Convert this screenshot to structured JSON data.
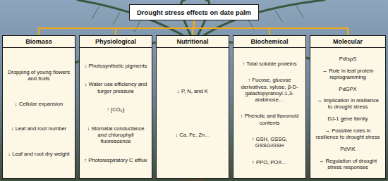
{
  "diagram": {
    "title": "Drought stress effects on date palm",
    "nodes": [
      {
        "text": [
          "Drought stress effects on date palm"
        ]
      },
      {
        "text": [
          "Biomass",
          "Dropping of young flowers and fruits",
          "↓ Cellular expansion",
          "↓ Leaf and root number",
          "↓ Leaf and root dry weight"
        ]
      },
      {
        "text": [
          "Physiological",
          "↓ Photosynthetic pigments",
          "↓ Water use efficiency and turgor pressure",
          "↑ [CO₂]ᵢ",
          "↓ Stomatal conductance and chlorophyll fluorescence",
          "↑ Photorespiratory C efflux"
        ]
      },
      {
        "text": [
          "Nutritional",
          "↓ P, N, and K",
          "↓ Ca, Fe, Zn…"
        ]
      },
      {
        "text": [
          "Biochemical",
          "↑ Total soluble proteins",
          "↑ Fucose, glucose derivatives, xylose, β-D-galactopyranoyl-1,3-arabinose…",
          "↑ Phenolic and flavonoid contents",
          "↑ GSH, GSSG, GSSG/GSH",
          "↑ PPO, POX…"
        ]
      },
      {
        "text": [
          "Molecular",
          "PdIspS",
          "→ Role in leaf protein reprogramming",
          "PdGPX",
          "→ Implication in resilience to drought stress",
          "DJ-1 gene family",
          "→ Possible roles in resilience to drought stress",
          "PdVIK",
          "→ Regulation of drought stress responses"
        ]
      }
    ],
    "edges": [
      {
        "from": 0,
        "to": 1,
        "arrow": "none"
      },
      {
        "from": 0,
        "to": 2,
        "arrow": "none"
      },
      {
        "from": 0,
        "to": 3,
        "arrow": "none"
      },
      {
        "from": 0,
        "to": 4,
        "arrow": "none"
      },
      {
        "from": 0,
        "to": 5,
        "arrow": "none"
      }
    ]
  }
}
